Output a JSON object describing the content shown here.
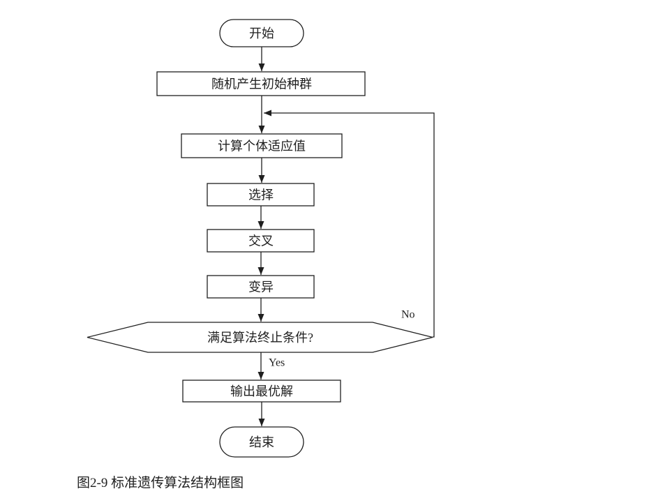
{
  "diagram": {
    "nodes": {
      "start": "开始",
      "init_population": "随机产生初始种群",
      "fitness": "计算个体适应值",
      "selection": "选择",
      "crossover": "交叉",
      "mutation": "变异",
      "termination": "满足算法终止条件?",
      "output": "输出最优解",
      "end": "结束"
    },
    "branch_labels": {
      "no": "No",
      "yes": "Yes"
    },
    "caption": "图2-9 标准遗传算法结构框图",
    "colors": {
      "stroke": "#1f1f1f",
      "background": "#ffffff",
      "text": "#1f1f1f"
    }
  }
}
